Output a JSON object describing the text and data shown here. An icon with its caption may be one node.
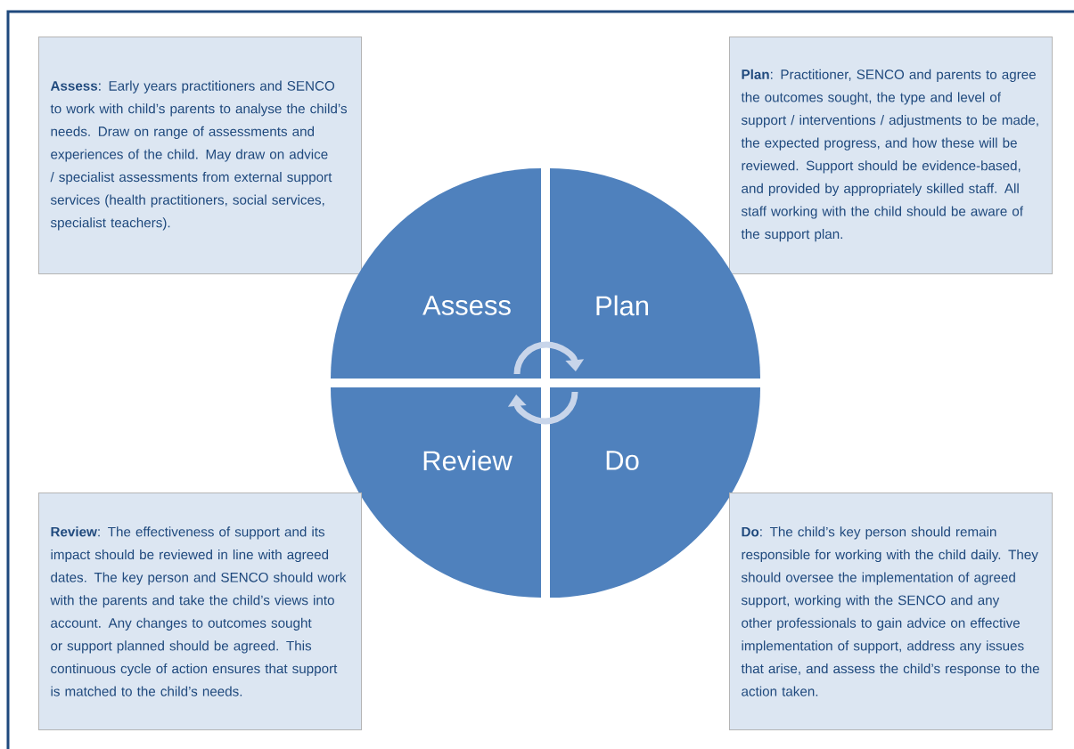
{
  "diagram": {
    "nodes": [
      {
        "text": [
          "**Assess**: Early years practitioners and SENCO to work with child’s parents to analyse the child’s needs. Draw on range of assessments and experiences of the child. May draw on advice / specialist assessments from external support services (health practitioners, social services, specialist teachers)."
        ]
      },
      {
        "text": [
          "**Plan**: Practitioner, SENCO and parents to agree the outcomes sought, the type and level of support / interventions / adjustments to be made, the expected progress, and how these will be reviewed. Support should be evidence-based, and provided by appropriately skilled staff. All staff working with the child should be aware of the support plan."
        ]
      },
      {
        "text": [
          "Assess"
        ]
      },
      {
        "text": [
          "Plan"
        ]
      },
      {
        "text": [
          "Review"
        ]
      },
      {
        "text": [
          "Do"
        ]
      },
      {
        "text": [
          "**Review**: The effectiveness of support and its impact should be reviewed in line with agreed dates. The key person and SENCO should work with the parents and take the child’s views into account. Any changes to outcomes sought or support planned should be agreed. This continuous cycle of action ensures that support is matched to the child’s needs."
        ]
      },
      {
        "text": [
          "**Do**: The child’s key person should remain responsible for working with the child daily. They should oversee the implementation of agreed support, working with the SENCO and any other professionals to gain advice on effective implementation of support, address any issues that arise, and assess the child’s response to the action taken."
        ]
      }
    ],
    "edges": [
      {
        "from": 2,
        "to": 3,
        "arrow": "to"
      },
      {
        "from": 5,
        "to": 4,
        "arrow": "to"
      }
    ]
  }
}
